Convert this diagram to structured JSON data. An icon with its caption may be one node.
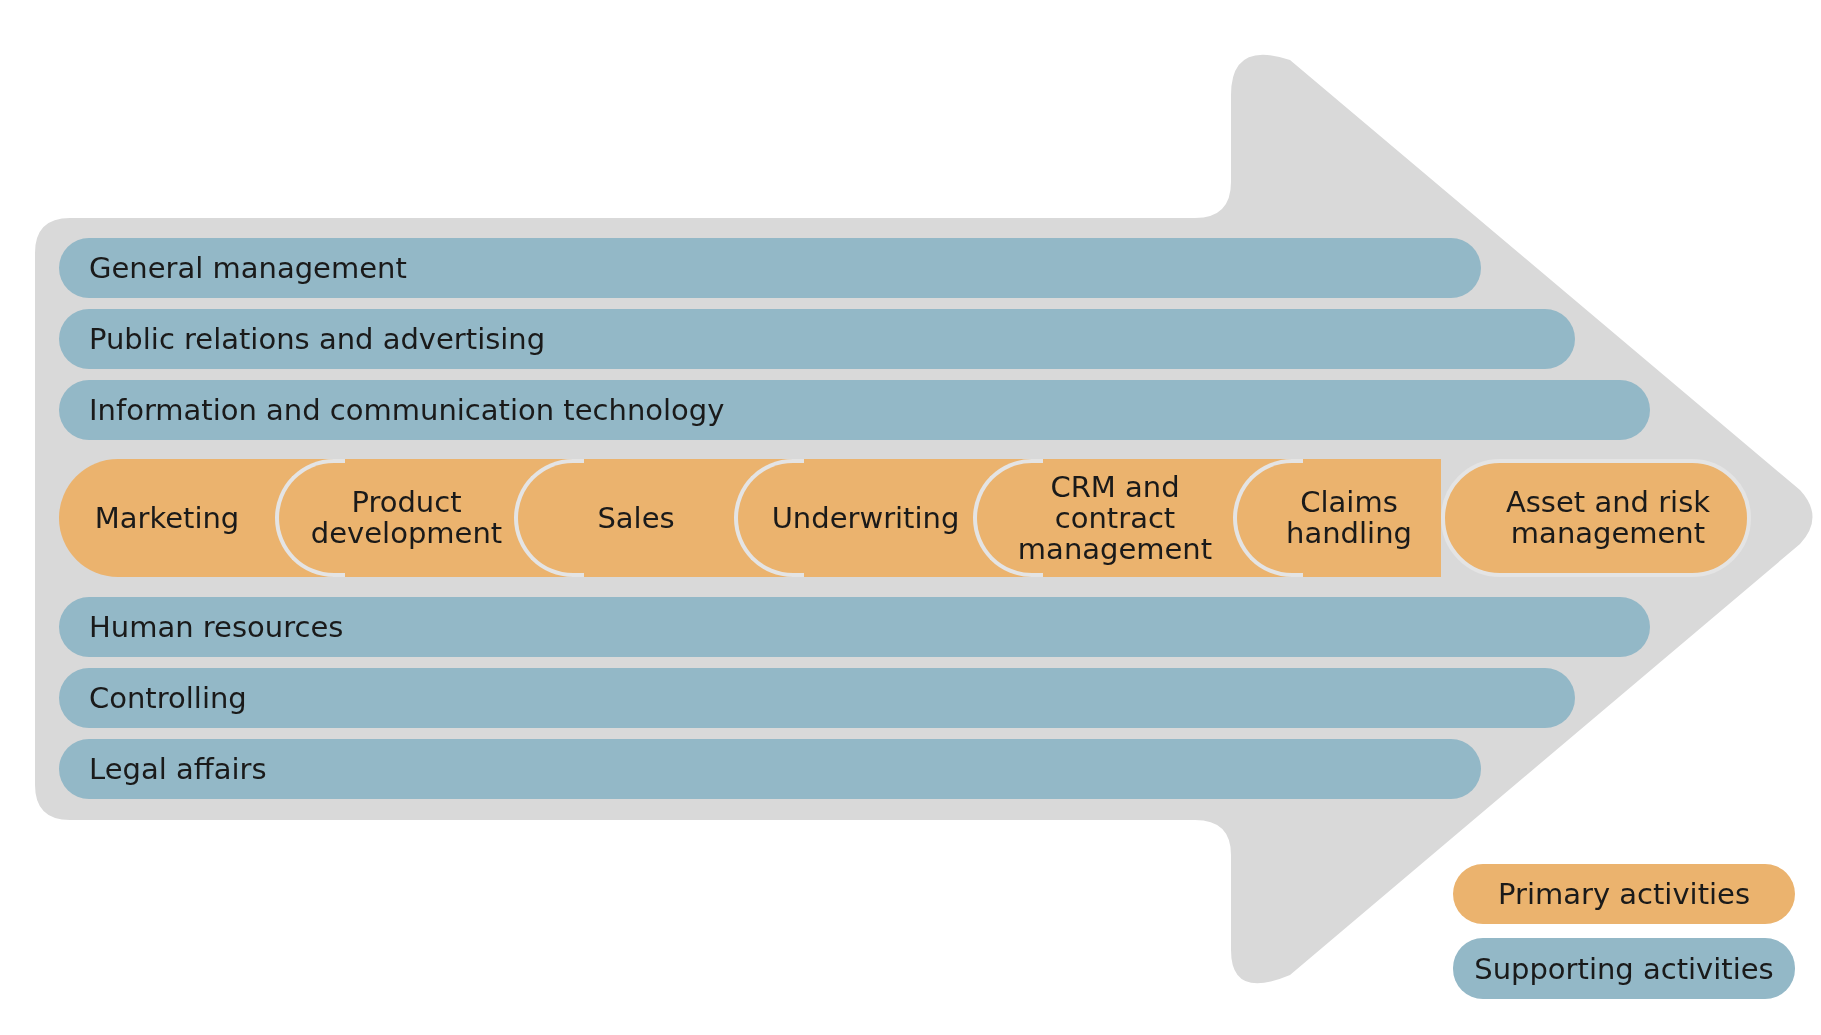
{
  "diagram": {
    "nodes": [
      {
        "text": [
          "General management"
        ]
      },
      {
        "text": [
          "Public relations and advertising"
        ]
      },
      {
        "text": [
          "Information and communication technology"
        ]
      },
      {
        "text": [
          "Marketing"
        ]
      },
      {
        "text": [
          "Product development"
        ]
      },
      {
        "text": [
          "Sales"
        ]
      },
      {
        "text": [
          "Underwriting"
        ]
      },
      {
        "text": [
          "CRM and contract management"
        ]
      },
      {
        "text": [
          "Claims handling"
        ]
      },
      {
        "text": [
          "Asset and risk management"
        ]
      },
      {
        "text": [
          "Human resources"
        ]
      },
      {
        "text": [
          "Controlling"
        ]
      },
      {
        "text": [
          "Legal affairs"
        ]
      }
    ],
    "legend": [
      {
        "text": "Primary activities",
        "color": "#ebb36e"
      },
      {
        "text": "Supporting activities",
        "color": "#93b8c7"
      }
    ]
  }
}
